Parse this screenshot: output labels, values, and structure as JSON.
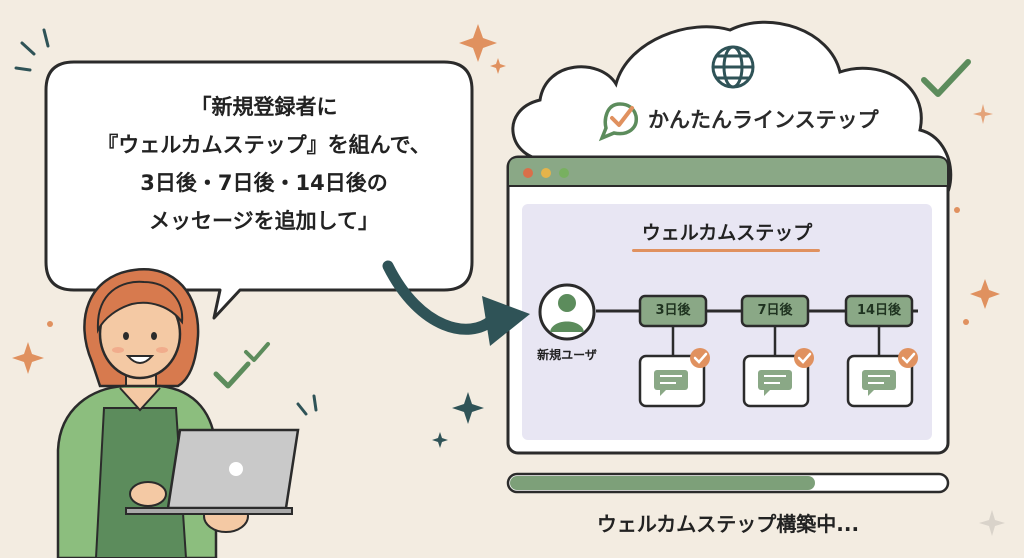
{
  "speech": {
    "lines": [
      "「新規登録者に",
      "『ウェルカムステップ』を組んで、",
      "3日後・7日後・14日後の",
      "メッセージを追加して」"
    ]
  },
  "brand": {
    "name": "かんたんラインステップ",
    "icon": "speech-check-icon"
  },
  "cloud_icon": "globe-icon",
  "window": {
    "controls": [
      "close",
      "minimize",
      "maximize"
    ],
    "title": "ウェルカムステップ",
    "user_label": "新規ユーザ",
    "steps": [
      {
        "label": "3日後",
        "message_icon": "message-bubble-icon",
        "status_icon": "check-icon"
      },
      {
        "label": "7日後",
        "message_icon": "message-bubble-icon",
        "status_icon": "check-icon"
      },
      {
        "label": "14日後",
        "message_icon": "message-bubble-icon",
        "status_icon": "check-icon"
      }
    ]
  },
  "progress": {
    "value": 0.7,
    "label": "ウェルカムステップ構築中..."
  },
  "colors": {
    "background": "#f3ece1",
    "brand_green": "#5c8c5c",
    "accent_orange": "#e0915f",
    "panel_lavender": "#e8e6f3",
    "dark_teal": "#2f5357"
  }
}
